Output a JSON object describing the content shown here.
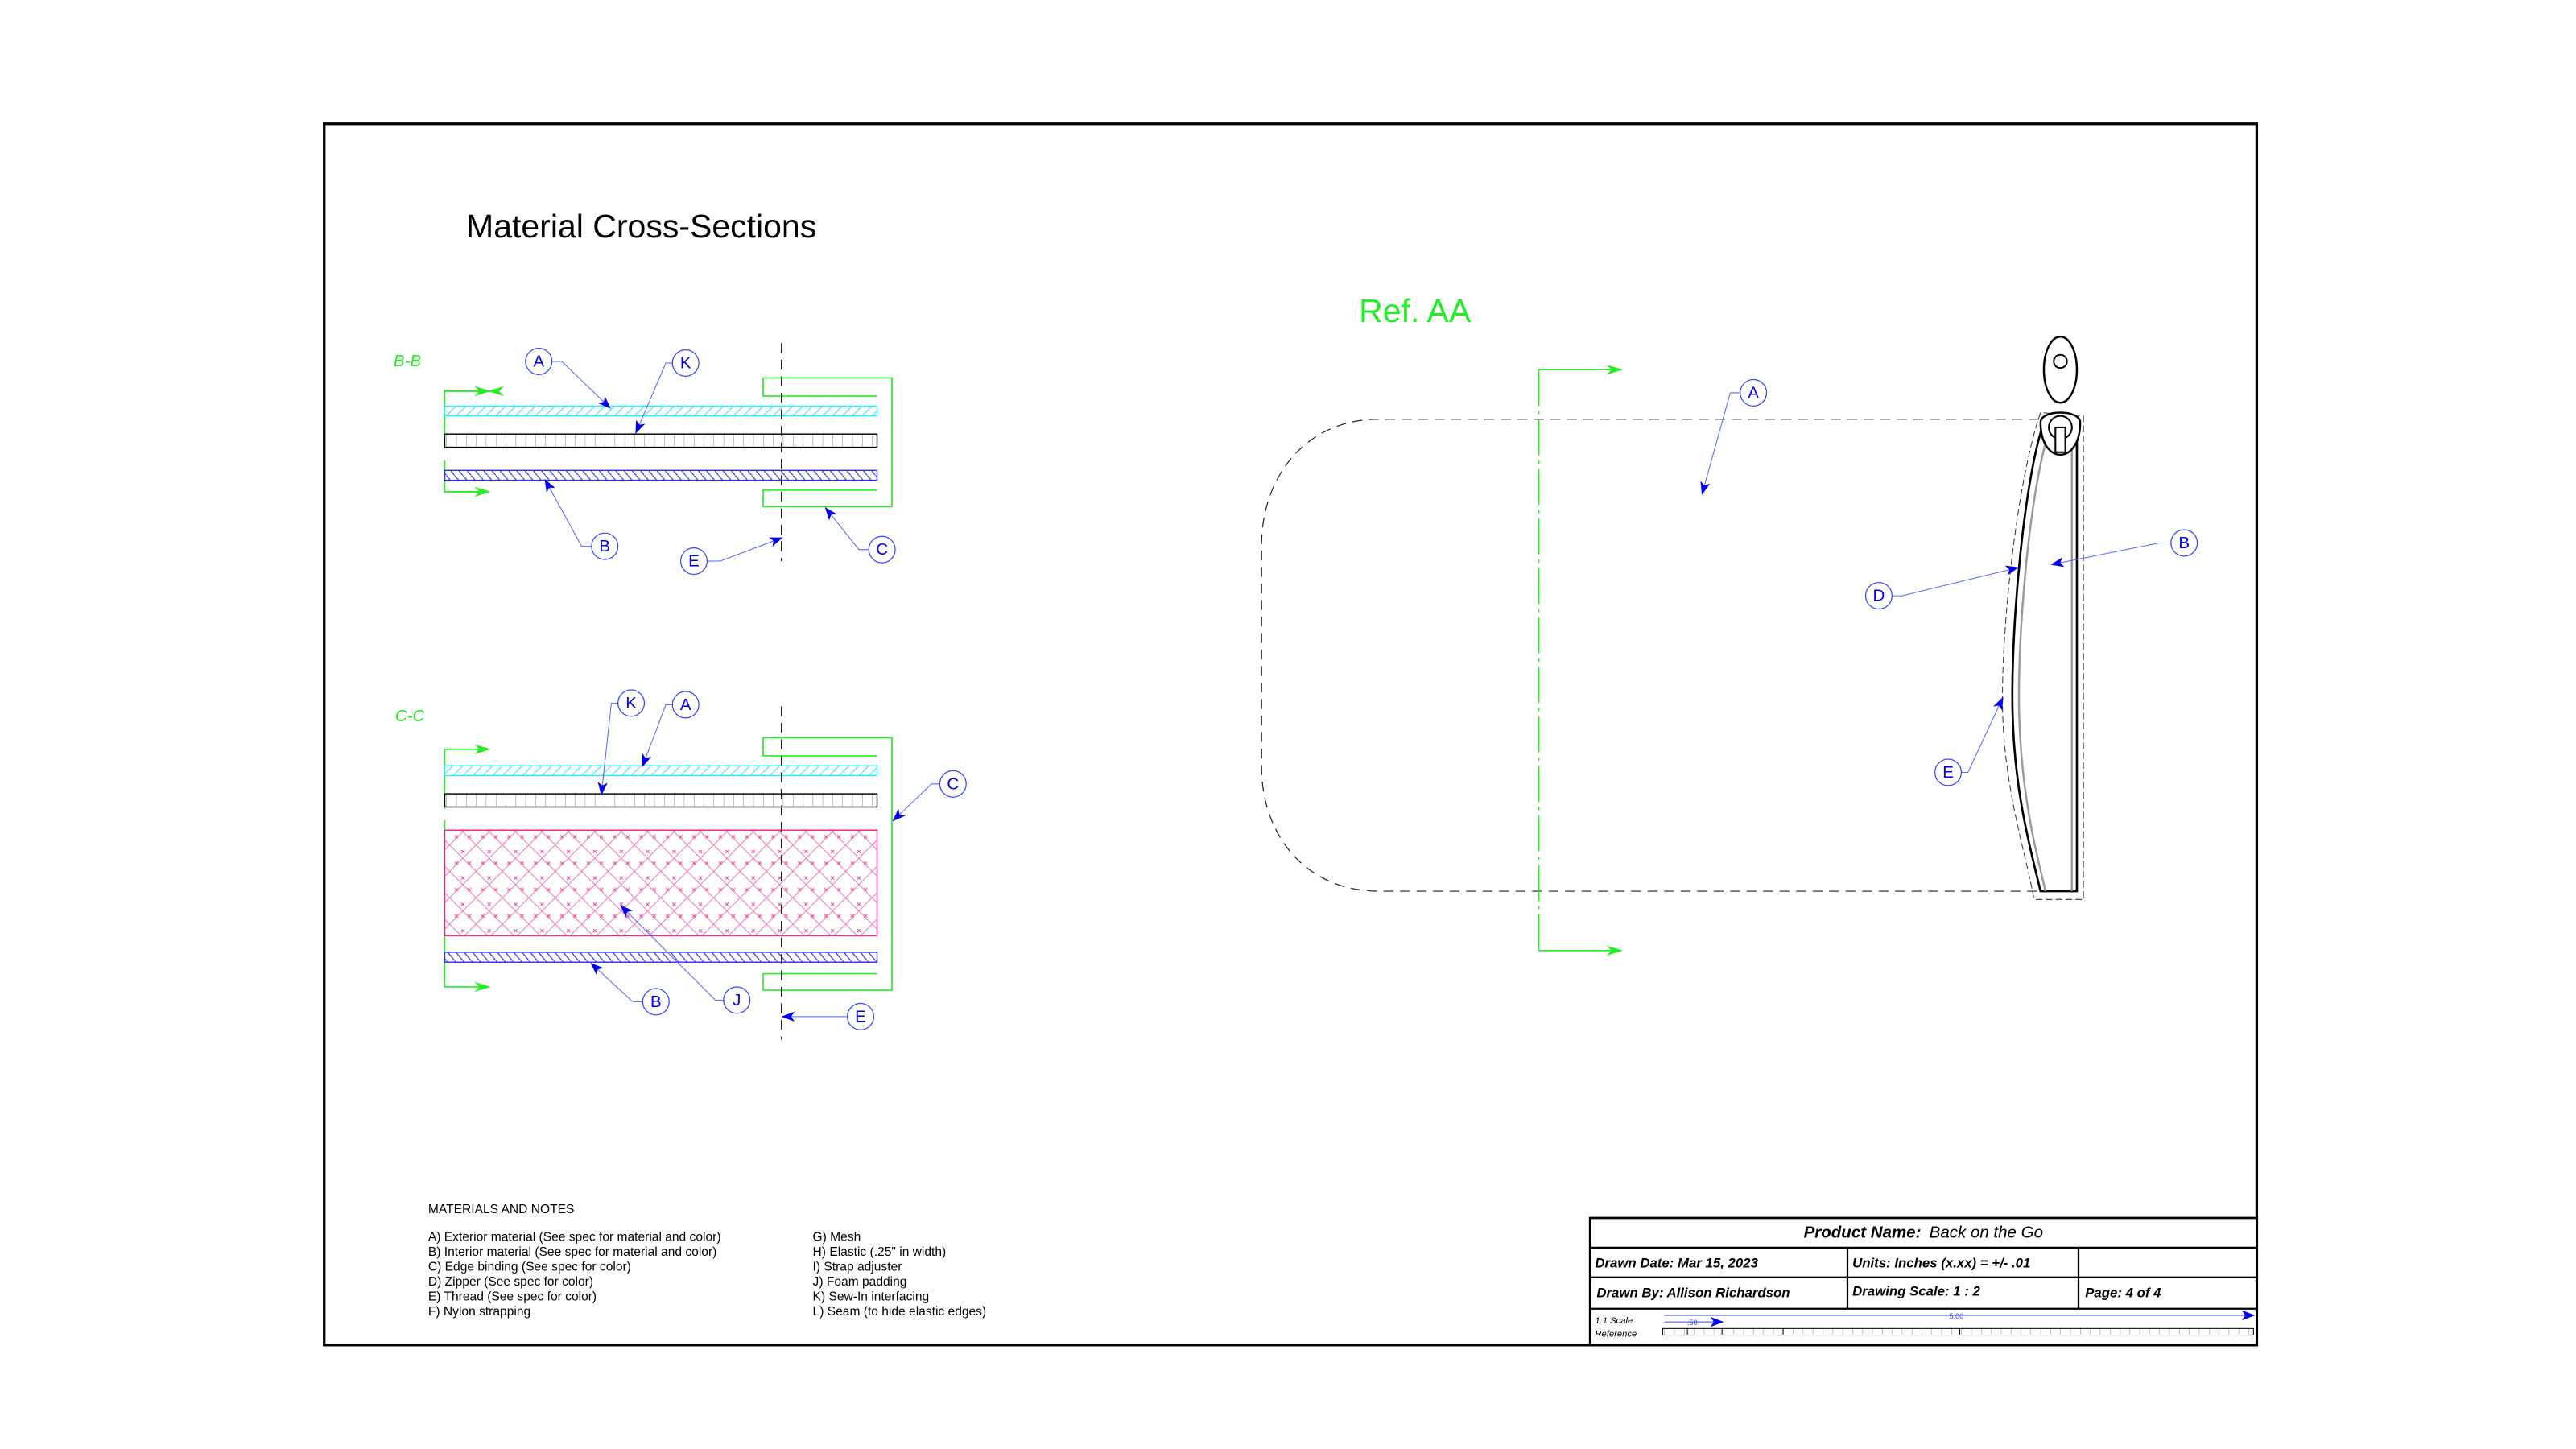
{
  "page_title": "Material Cross-Sections",
  "ref_view": {
    "label": "Ref. AA",
    "callouts": [
      "A",
      "B",
      "D",
      "E"
    ]
  },
  "section_bb": {
    "label": "B-B",
    "callouts": [
      "A",
      "K",
      "B",
      "E",
      "C"
    ]
  },
  "section_cc": {
    "label": "C-C",
    "callouts": [
      "K",
      "A",
      "C",
      "B",
      "J",
      "E"
    ]
  },
  "notes": {
    "heading": "MATERIALS AND NOTES",
    "left": [
      "A) Exterior material (See spec for material and color)",
      "B) Interior material (See spec for material and color)",
      "C) Edge binding (See spec for color)",
      "D) Zipper (See spec for color)",
      "E) Thread (See spec for color)",
      "F) Nylon strapping"
    ],
    "right": [
      "G) Mesh",
      "H) Elastic (.25\" in width)",
      "I) Strap adjuster",
      "J) Foam padding",
      "K) Sew-In interfacing",
      "L) Seam (to hide elastic edges)"
    ]
  },
  "title_block": {
    "product_name_label": "Product Name:",
    "product_name": "Back on the Go",
    "drawn_date": "Drawn Date: Mar 15, 2023",
    "units": "Units: Inches  (x.xx) = +/- .01",
    "drawn_by": "Drawn By: Allison Richardson",
    "drawing_scale": "Drawing Scale:  1 : 2",
    "page": "Page:  4 of 4",
    "scale_ref_line1": "1:1 Scale",
    "scale_ref_line2": "Reference",
    "dim_small": ".50",
    "dim_large": "5.00"
  },
  "colors": {
    "section_green": "#22ee22",
    "callout_blue": "#0000ee",
    "exterior_cyan": "#33eeff",
    "interior_blue": "#3333ee",
    "foam_pink": "#ee2288"
  }
}
